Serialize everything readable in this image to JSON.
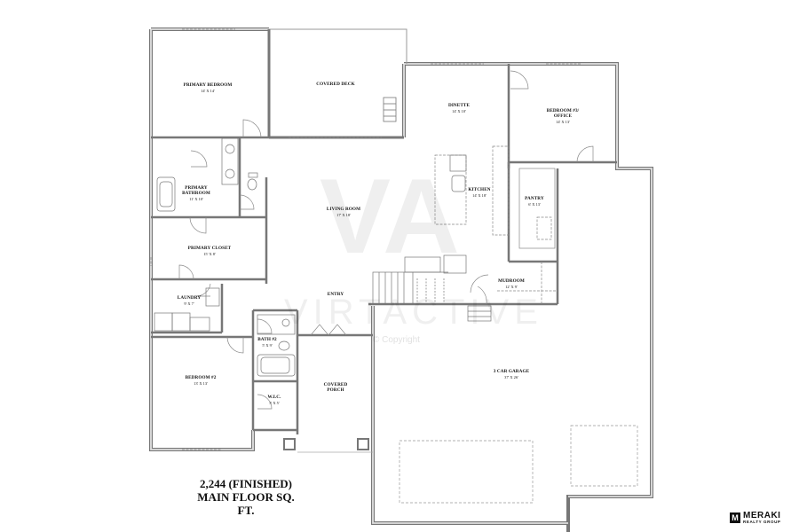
{
  "plan": {
    "title_line1": "2,244 (FINISHED)",
    "title_line2": "MAIN FLOOR SQ. FT.",
    "wall_color": "#6e6e6e",
    "wall_fill": "#bdbdbd",
    "rooms": [
      {
        "name": "PRIMARY BEDROOM",
        "dims": "14' X 14'"
      },
      {
        "name": "COVERED DECK",
        "dims": ""
      },
      {
        "name": "DINETTE",
        "dims": "14' X 10'"
      },
      {
        "name": "BEDROOM #3/",
        "name2": "OFFICE",
        "dims": "14' X 13'"
      },
      {
        "name": "PRIMARY",
        "name2": "BATHROOM",
        "dims": "11' X 10'"
      },
      {
        "name": "KITCHEN",
        "dims": "14' X 18'"
      },
      {
        "name": "PANTRY",
        "dims": "6' X 13'"
      },
      {
        "name": "LIVING ROOM",
        "dims": "17' X 18'"
      },
      {
        "name": "PRIMARY CLOSET",
        "dims": "15' X 8'"
      },
      {
        "name": "MUDROOM",
        "dims": "12' X 9'"
      },
      {
        "name": "LAUNDRY",
        "dims": "9' X 7'"
      },
      {
        "name": "ENTRY",
        "dims": ""
      },
      {
        "name": "BATH #2",
        "dims": "5' X 9'"
      },
      {
        "name": "BEDROOM #2",
        "dims": "13' X 13'"
      },
      {
        "name": "COVERED",
        "name2": "PORCH",
        "dims": ""
      },
      {
        "name": "W.I.C.",
        "dims": "5' X 5'"
      },
      {
        "name": "3 CAR GARAGE",
        "dims": "37' X 26'"
      }
    ]
  },
  "watermark": {
    "brand": "VIRTACTIVE",
    "mark": "VA",
    "copyright": "© Copyright"
  },
  "branding": {
    "logo_letter": "M",
    "name": "MERAKI",
    "tagline": "REALTY GROUP"
  }
}
